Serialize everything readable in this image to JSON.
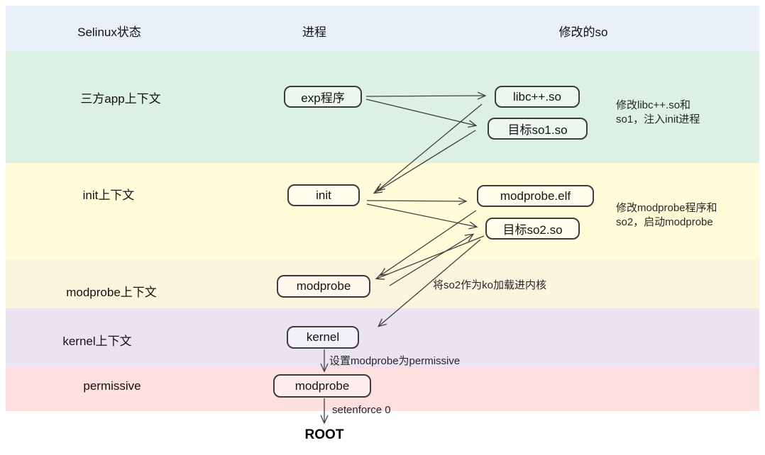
{
  "header": {
    "bg": "#e9f0f9",
    "col_selinux": "Selinux状态",
    "col_process": "进程",
    "col_so": "修改的so"
  },
  "rows": [
    {
      "label": "三方app上下文",
      "bg": "#ddf0e4"
    },
    {
      "label": "init上下文",
      "bg": "#fffcda"
    },
    {
      "label": "modprobe上下文",
      "bg": "#fdf4dd"
    },
    {
      "label": "kernel上下文",
      "bg": "#eae4f2"
    },
    {
      "label": "permissive",
      "bg": "#fddfdf"
    }
  ],
  "nodes": {
    "exp": "exp程序",
    "libc": "libc++.so",
    "so1": "目标so1.so",
    "init": "init",
    "modprobe_elf": "modprobe.elf",
    "so2": "目标so2.so",
    "modprobe": "modprobe",
    "kernel": "kernel",
    "modprobe2": "modprobe"
  },
  "annotations": {
    "row1_line1": "修改libc++.so和",
    "row1_line2": "so1，注入init进程",
    "row2_line1": "修改modprobe程序和",
    "row2_line2": "so2，启动modprobe",
    "ko": "将so2作为ko加载进内核",
    "set_permissive": "设置modprobe为permissive",
    "setenforce": "setenforce 0"
  },
  "root_label": "ROOT",
  "arrow_color": "#3f3f3f"
}
